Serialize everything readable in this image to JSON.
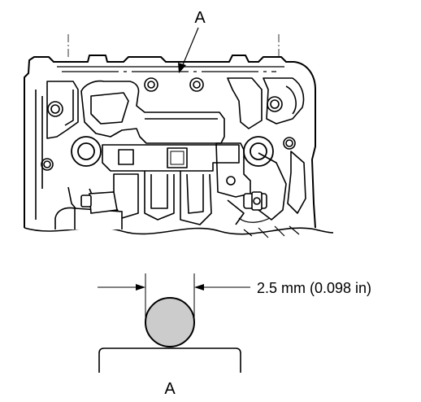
{
  "callouts": {
    "top_label": "A",
    "bottom_label": "A"
  },
  "dimension": {
    "text": "2.5 mm (0.098 in)"
  },
  "colors": {
    "line": "#000000",
    "bead_fill": "#cccccc",
    "background": "#ffffff"
  }
}
